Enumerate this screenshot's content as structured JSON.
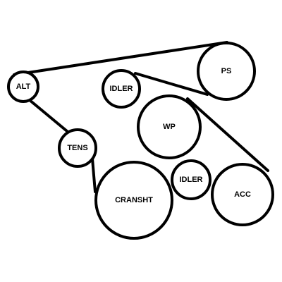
{
  "diagram": {
    "pulleys": {
      "alt": "ALT",
      "idler_top": "IDLER",
      "ps": "PS",
      "wp": "WP",
      "tens": "TENS",
      "cransht": "CRANSHT",
      "idler_bottom": "IDLER",
      "acc": "ACC"
    },
    "colors": {
      "stroke": "#000000",
      "fill": "#ffffff"
    }
  }
}
